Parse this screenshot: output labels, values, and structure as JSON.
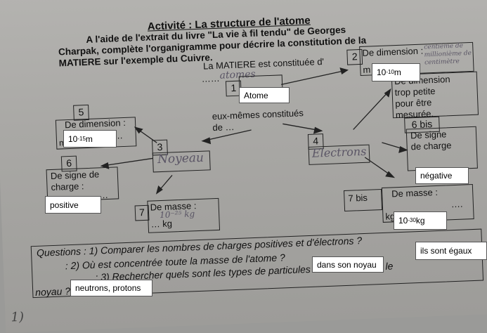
{
  "header": {
    "title": "Activité : La structure de l'atome",
    "line1": "A l'aide de l'extrait du livre \"La vie à fil tendu\" de Georges",
    "line2": "Charpak, complète l'organigramme pour décrire la constitution de la",
    "line3": "MATIERE sur l'exemple du Cuivre."
  },
  "diagram": {
    "matiere": "La MATIERE est constituée d'",
    "matiere_dots": "……",
    "matiere_hand": "atomes",
    "eux": "eux-mêmes constitués",
    "eux2": "de …",
    "box1": {
      "num": "1",
      "answer": "Atome"
    },
    "box2": {
      "num": "2",
      "label": "De dimension :",
      "unit": "m",
      "answer": "10",
      "answer_exp": "-10",
      "answer_unit": " m",
      "hand": "centième de millionième de centimètre"
    },
    "too_small": [
      "De dimension",
      "trop petite",
      "pour être",
      "mesurée."
    ],
    "box3": {
      "num": "3",
      "hand": "Noyeau"
    },
    "box4": {
      "num": "4",
      "hand": "Electrons"
    },
    "box5": {
      "num": "5",
      "label": "De dimension :",
      "dots": "….",
      "unit": "m",
      "answer": "10",
      "answer_exp": "-15",
      "answer_unit": " m"
    },
    "box6": {
      "num": "6",
      "label1": "De signe de",
      "label2": "charge :",
      "dots": "…",
      "answer": "positive"
    },
    "box6bis": {
      "num": "6 bis",
      "label1": "De signe",
      "label2": "de charge",
      "answer": "négative"
    },
    "box7": {
      "num": "7",
      "label": "De masse :",
      "unit": "… kg",
      "hand": "10⁻²⁵ kg"
    },
    "box7bis": {
      "num": "7 bis",
      "label": "De masse :",
      "dots": "….",
      "unit": "kg",
      "answer": "10",
      "answer_exp": "-30",
      "answer_unit": " kg"
    }
  },
  "questions": {
    "q1": "Questions : 1) Comparer les nombres de charges positives et d'électrons ?",
    "a1": "ils sont égaux",
    "q2": ": 2) Où est concentrée toute la masse de l'atome ?",
    "a2": "dans son noyau",
    "q3": ": 3) Rechercher quels sont les types de particules contenues dans le",
    "q3b": "noyau ?",
    "a3": "neutrons, protons"
  },
  "margin_note": "1)"
}
